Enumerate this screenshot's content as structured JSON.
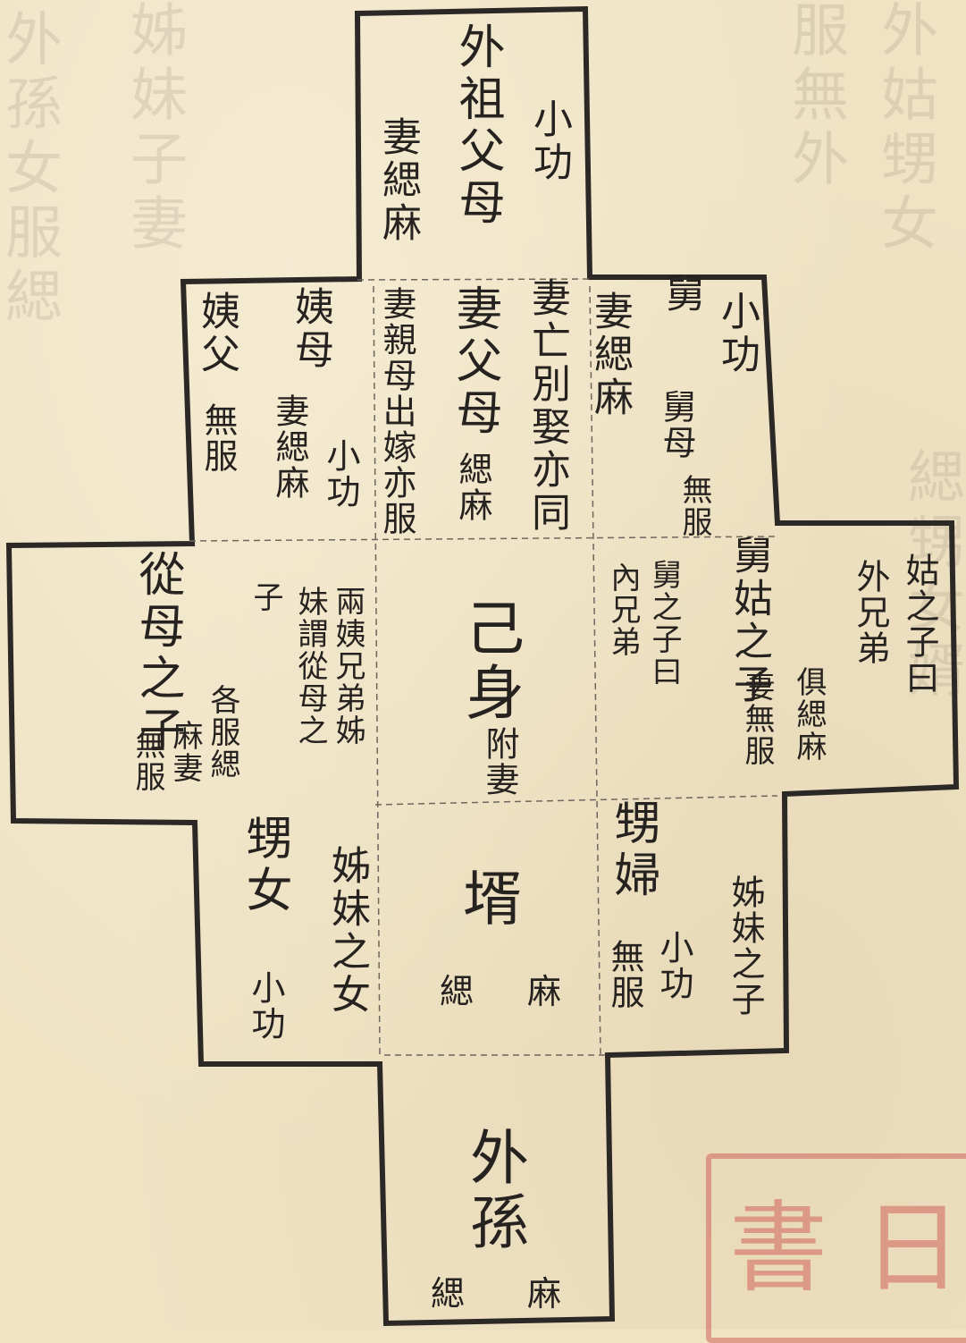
{
  "chart": {
    "top": {
      "rank": "小功",
      "title": "外祖父母",
      "note": "妻緦麻"
    },
    "yiFu": {
      "name": "姨父",
      "note": "無服"
    },
    "yiMu": {
      "name": "姨母",
      "note": "妻緦麻",
      "rank": "小功"
    },
    "wifeParents": {
      "title": "妻父母",
      "rank": "緦麻",
      "note1": "妻亡別娶亦同",
      "note2": "妻親母出嫁亦服"
    },
    "jiu": {
      "name": "舅",
      "rank": "小功",
      "note": "妻緦麻"
    },
    "jiuMu": {
      "name": "舅母",
      "note": "無服"
    },
    "congMu": {
      "name": "從母之子",
      "note1": "各服緦",
      "note2": "麻妻",
      "note3": "無服"
    },
    "liangYi": {
      "line1": "兩姨兄弟姊",
      "line2": "妹謂從母之",
      "line3": "子"
    },
    "self": {
      "title": "己身",
      "sub": "附妻"
    },
    "neiXiong": {
      "line1": "舅之子曰",
      "line2": "內兄弟"
    },
    "jiuGu": {
      "title": "舅姑之子",
      "note": "妻無服"
    },
    "waiXiong": {
      "line1": "姑之子曰",
      "line2": "外兄弟",
      "note": "俱緦麻"
    },
    "shengNu": {
      "name": "甥女",
      "rank": "小功",
      "note": "姊妹之女"
    },
    "xu": {
      "title": "壻",
      "rank": "緦麻"
    },
    "shengFu": {
      "name": "甥婦",
      "rank": "小功",
      "note": "無服",
      "label": "姊妹之子"
    },
    "bottom": {
      "title": "外孫",
      "rank": "緦麻"
    }
  },
  "seal": {
    "text1": "書",
    "text2": "日"
  },
  "bleed": [
    "外孫女服緦",
    "姊妹子妻",
    "服無外",
    "外姑甥女",
    "緦甥女婿"
  ]
}
